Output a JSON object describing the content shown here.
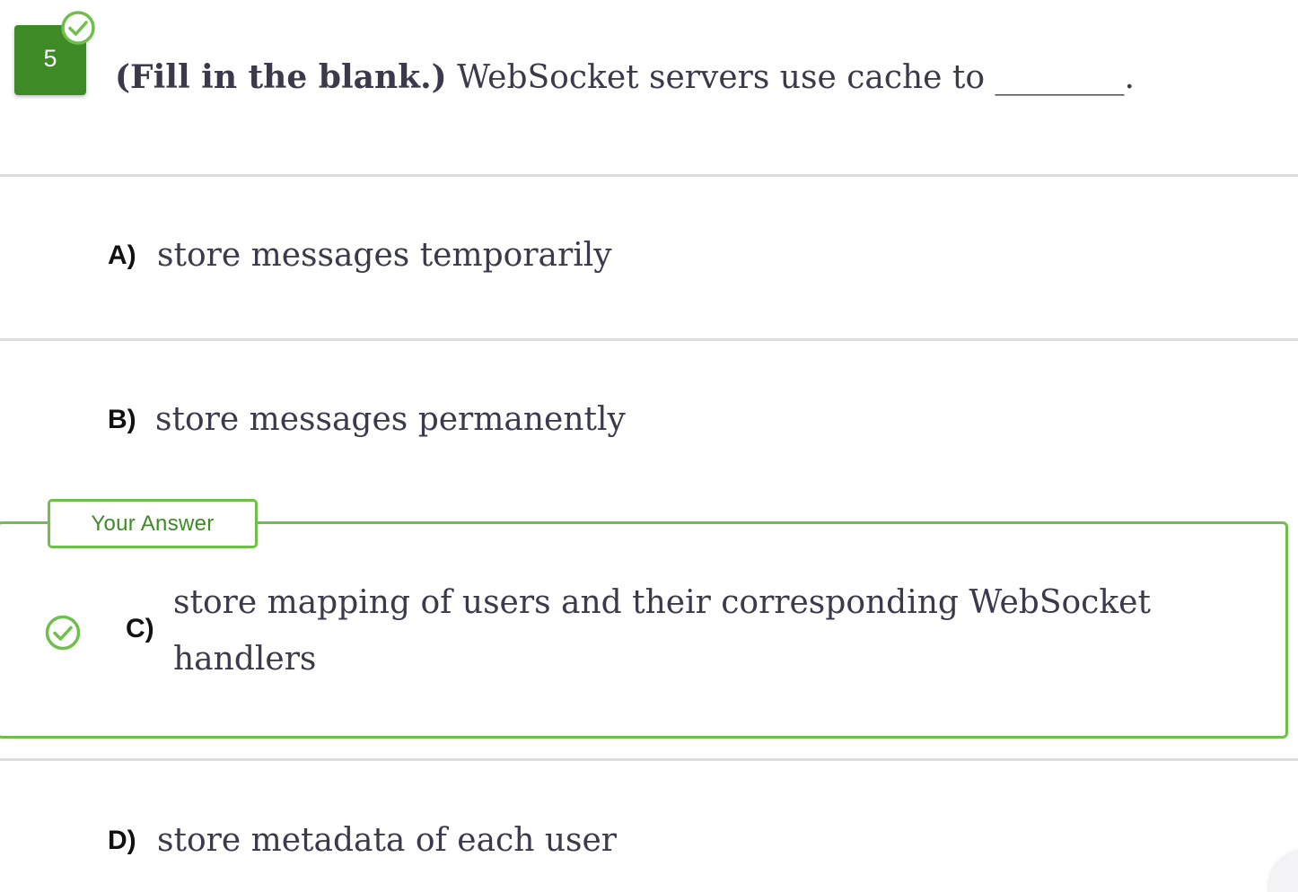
{
  "question": {
    "number": "5",
    "prefix": "(Fill in the blank.)",
    "text": " WebSocket servers use cache to ________."
  },
  "options": [
    {
      "letter": "A)",
      "text": "store messages temporarily"
    },
    {
      "letter": "B)",
      "text": "store messages permanently"
    },
    {
      "letter": "C)",
      "text": "store mapping of users and their corresponding WebSocket handlers"
    },
    {
      "letter": "D)",
      "text": "store metadata of each user"
    }
  ],
  "selected": {
    "label": "Your Answer",
    "letter": "C)",
    "status": "correct"
  },
  "colors": {
    "badge_green": "#3d8a26",
    "accent_green": "#6fbf4b",
    "text": "#3b3a4a"
  },
  "icons": {
    "badge_status": "check-circle-icon",
    "answer_status": "check-circle-icon"
  }
}
